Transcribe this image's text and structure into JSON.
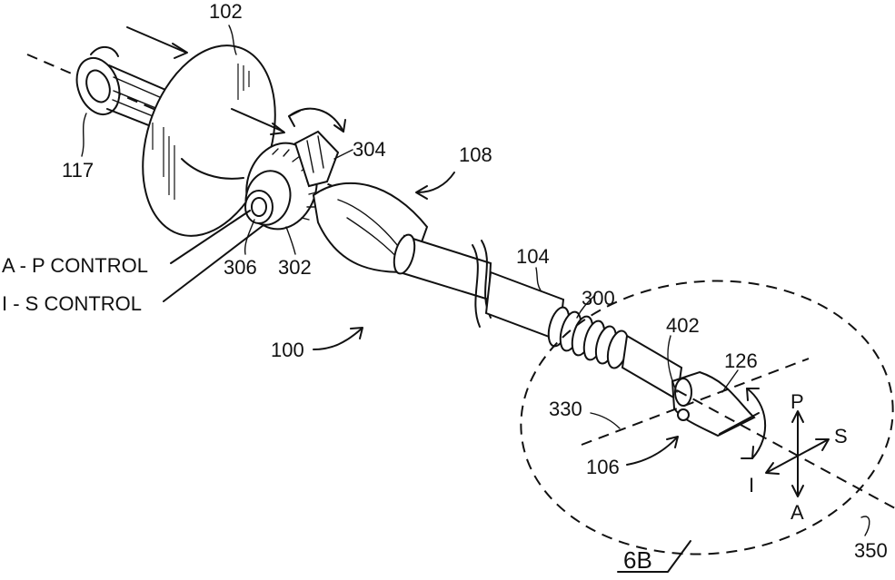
{
  "labels": {
    "ref_102": "102",
    "ref_117": "117",
    "ref_304": "304",
    "ref_108": "108",
    "ref_306": "306",
    "ref_302": "302",
    "ref_104": "104",
    "ref_300": "300",
    "ref_100": "100",
    "ref_402": "402",
    "ref_126": "126",
    "ref_330": "330",
    "ref_106": "106",
    "ref_350": "350",
    "ref_6B": "6B",
    "ap_control": "A - P CONTROL",
    "is_control": "I - S CONTROL",
    "dir_P": "P",
    "dir_S": "S",
    "dir_I": "I",
    "dir_A": "A"
  }
}
